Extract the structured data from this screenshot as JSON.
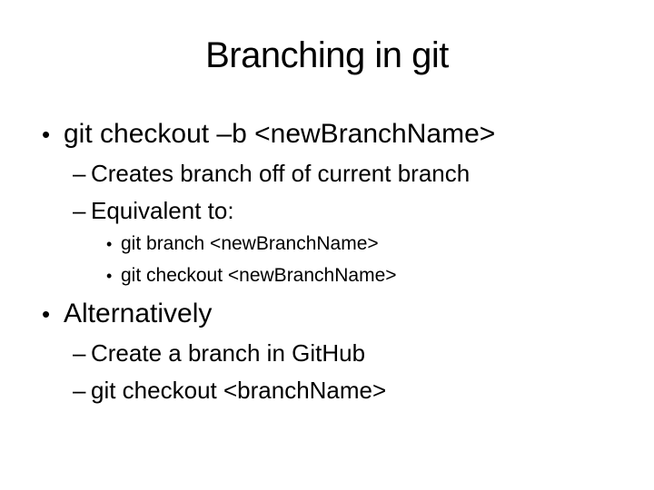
{
  "slide": {
    "title": "Branching in git",
    "background_color": "#ffffff",
    "text_color": "#000000",
    "bullets": [
      {
        "level": 1,
        "marker": "•",
        "text": "git checkout –b <newBranchName>"
      },
      {
        "level": 2,
        "marker": "–",
        "text": "Creates branch off of current branch"
      },
      {
        "level": 2,
        "marker": "–",
        "text": "Equivalent to:"
      },
      {
        "level": 3,
        "marker": "•",
        "text": "git branch <newBranchName>"
      },
      {
        "level": 3,
        "marker": "•",
        "text": "git checkout <newBranchName>"
      },
      {
        "level": 1,
        "marker": "•",
        "text": "Alternatively"
      },
      {
        "level": 2,
        "marker": "–",
        "text": "Create a branch in GitHub"
      },
      {
        "level": 2,
        "marker": "–",
        "text": "git checkout <branchName>"
      }
    ]
  }
}
